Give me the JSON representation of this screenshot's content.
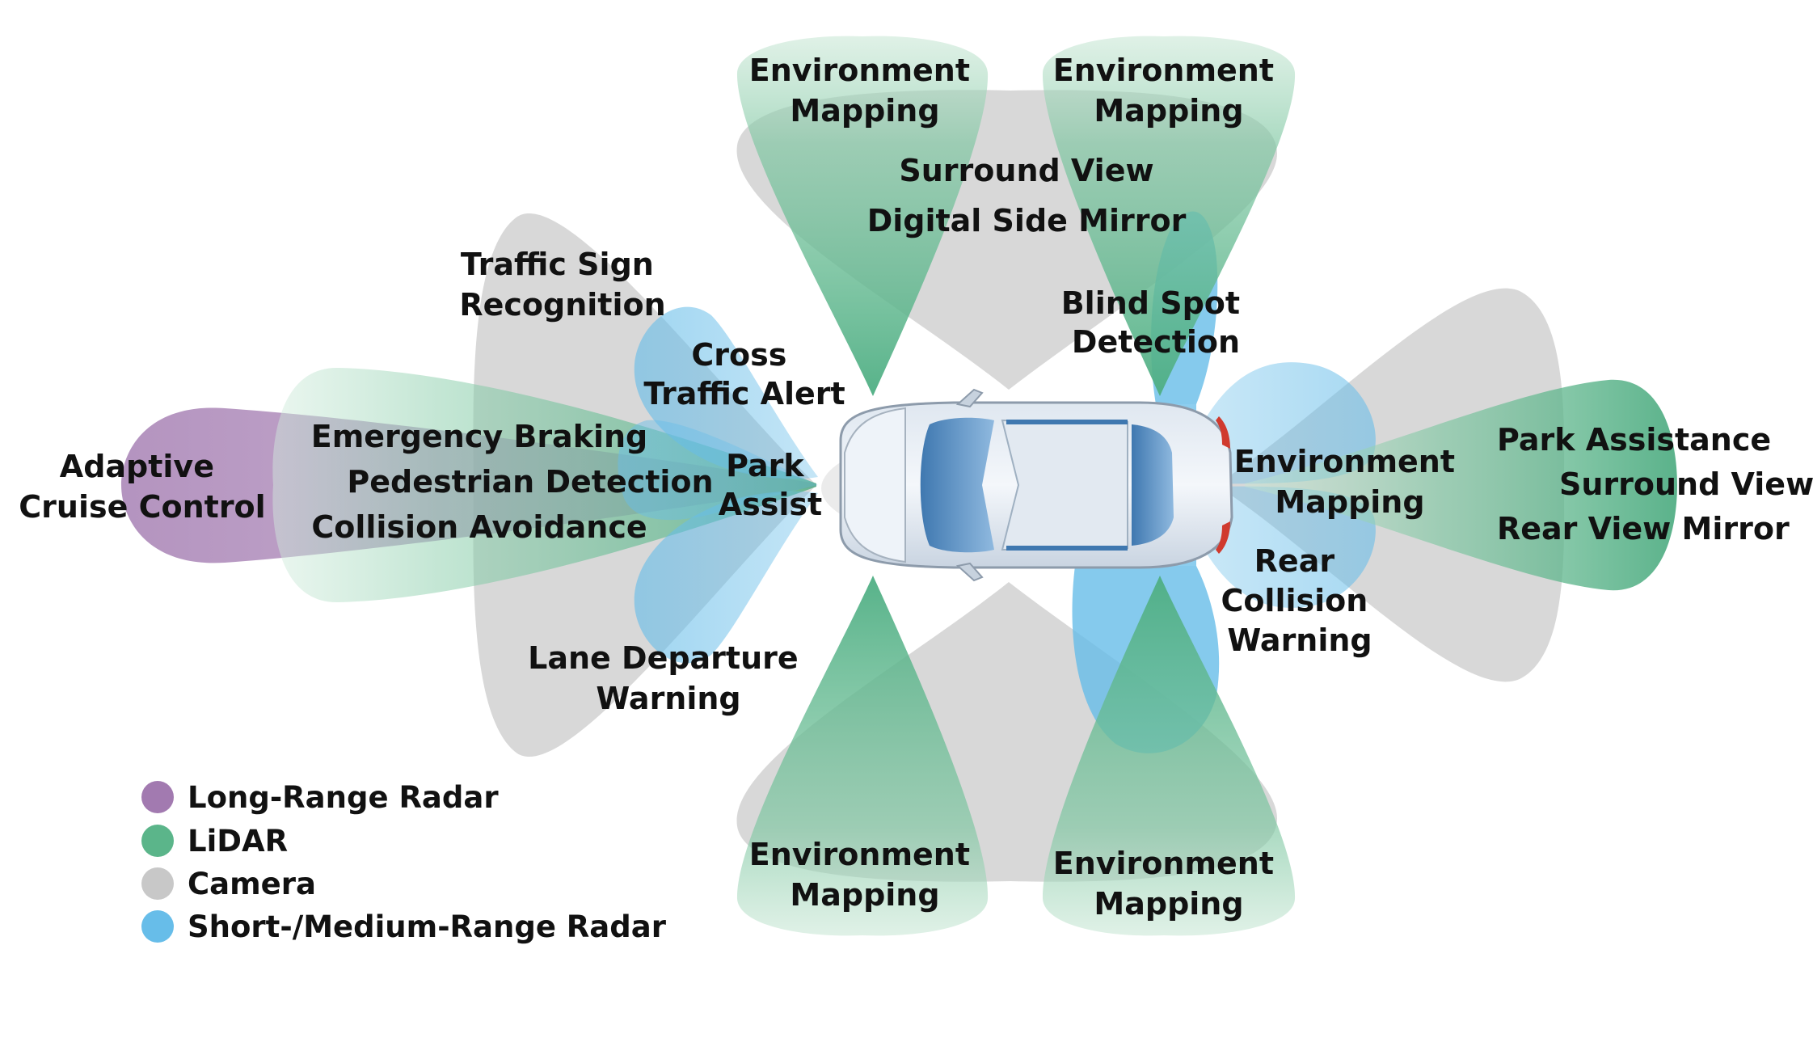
{
  "colors": {
    "long_range_radar": "#a27ab0",
    "lidar": "#5bb58a",
    "camera": "#c8c8c8",
    "short_medium_radar": "#67bde9"
  },
  "icons": {
    "car": "car-topview-icon"
  },
  "labels": {
    "acc": [
      "Adaptive",
      "Cruise Control"
    ],
    "emergency_braking": "Emergency Braking",
    "pedestrian_detection": "Pedestrian Detection",
    "collision_avoidance": "Collision Avoidance",
    "traffic_sign": [
      "Traffic Sign",
      "Recognition"
    ],
    "cross_traffic": [
      "Cross",
      "Traffic Alert"
    ],
    "park_assist": [
      "Park",
      "Assist"
    ],
    "lane_departure": [
      "Lane Departure",
      "Warning"
    ],
    "env_top_left": [
      "Environment",
      "Mapping"
    ],
    "env_top_right": [
      "Environment",
      "Mapping"
    ],
    "surround_view_top": "Surround View",
    "digital_side_mirror": "Digital Side Mirror",
    "blind_spot": [
      "Blind Spot",
      "Detection"
    ],
    "env_rear": [
      "Environment",
      "Mapping"
    ],
    "rear_collision": [
      "Rear",
      "Collision",
      "Warning"
    ],
    "park_assistance": "Park Assistance",
    "surround_view_rear": "Surround View",
    "rear_view_mirror": "Rear View Mirror",
    "env_bottom_left": [
      "Environment",
      "Mapping"
    ],
    "env_bottom_right": [
      "Environment",
      "Mapping"
    ]
  },
  "legend": [
    {
      "label": "Long-Range Radar",
      "color": "#a27ab0"
    },
    {
      "label": "LiDAR",
      "color": "#5bb58a"
    },
    {
      "label": "Camera",
      "color": "#c8c8c8"
    },
    {
      "label": "Short-/Medium-Range Radar",
      "color": "#67bde9"
    }
  ]
}
